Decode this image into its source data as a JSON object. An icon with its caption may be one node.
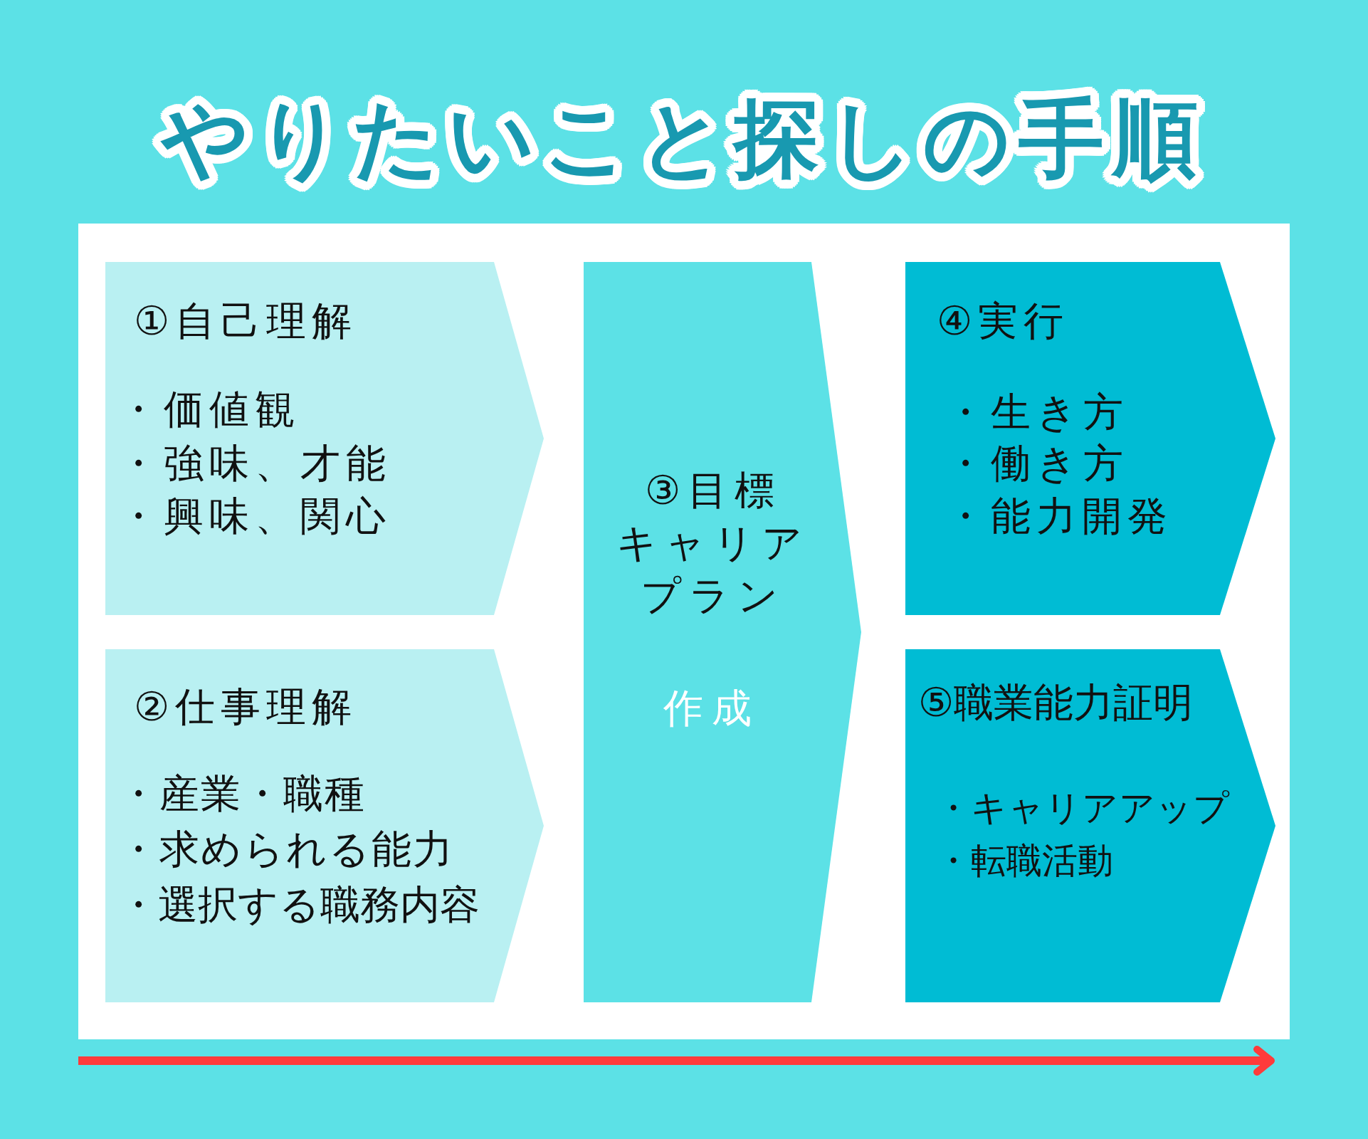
{
  "diagram": {
    "title": "やりたいこと探しの手順",
    "nodes": [
      {
        "text": [
          "①自己理解",
          "・価値観",
          "・強味、才能",
          "・興味、関心"
        ]
      },
      {
        "text": [
          "②仕事理解",
          "・産業・職種",
          "・求められる能力",
          "・選択する職務内容"
        ]
      },
      {
        "text": [
          "③目標キャリアプラン",
          "作成"
        ]
      },
      {
        "text": [
          "④実行",
          "・生き方",
          "・働き方",
          "・能力開発"
        ]
      },
      {
        "text": [
          "⑤職業能力証明",
          "・キャリアアップ",
          "・転職活動"
        ]
      }
    ]
  }
}
